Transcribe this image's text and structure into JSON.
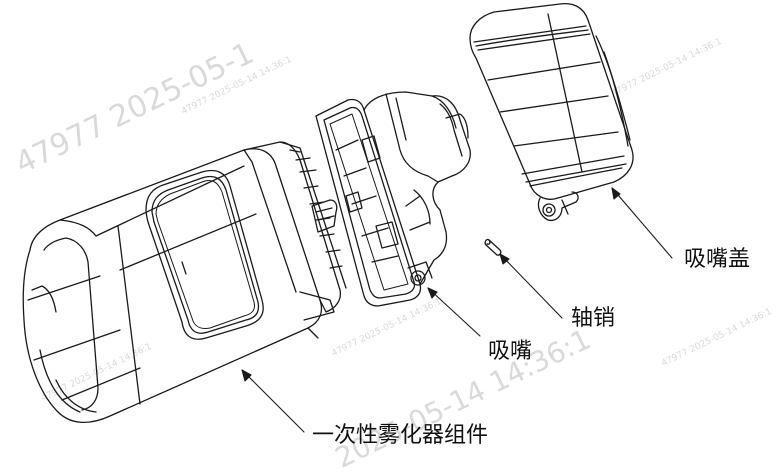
{
  "labels": {
    "cap": "吸嘴盖",
    "pin": "轴销",
    "mouthpiece": "吸嘴",
    "atomizer": "一次性雾化器组件"
  },
  "watermark": {
    "big_1": "47977  2025-05-1",
    "big_2": "2025-05-14  14:36:1",
    "small": "47977  2025-05-14  14:36:1"
  },
  "colors": {
    "line": "#1a1a1a",
    "watermark": "#d9d9d9",
    "background": "#ffffff"
  }
}
